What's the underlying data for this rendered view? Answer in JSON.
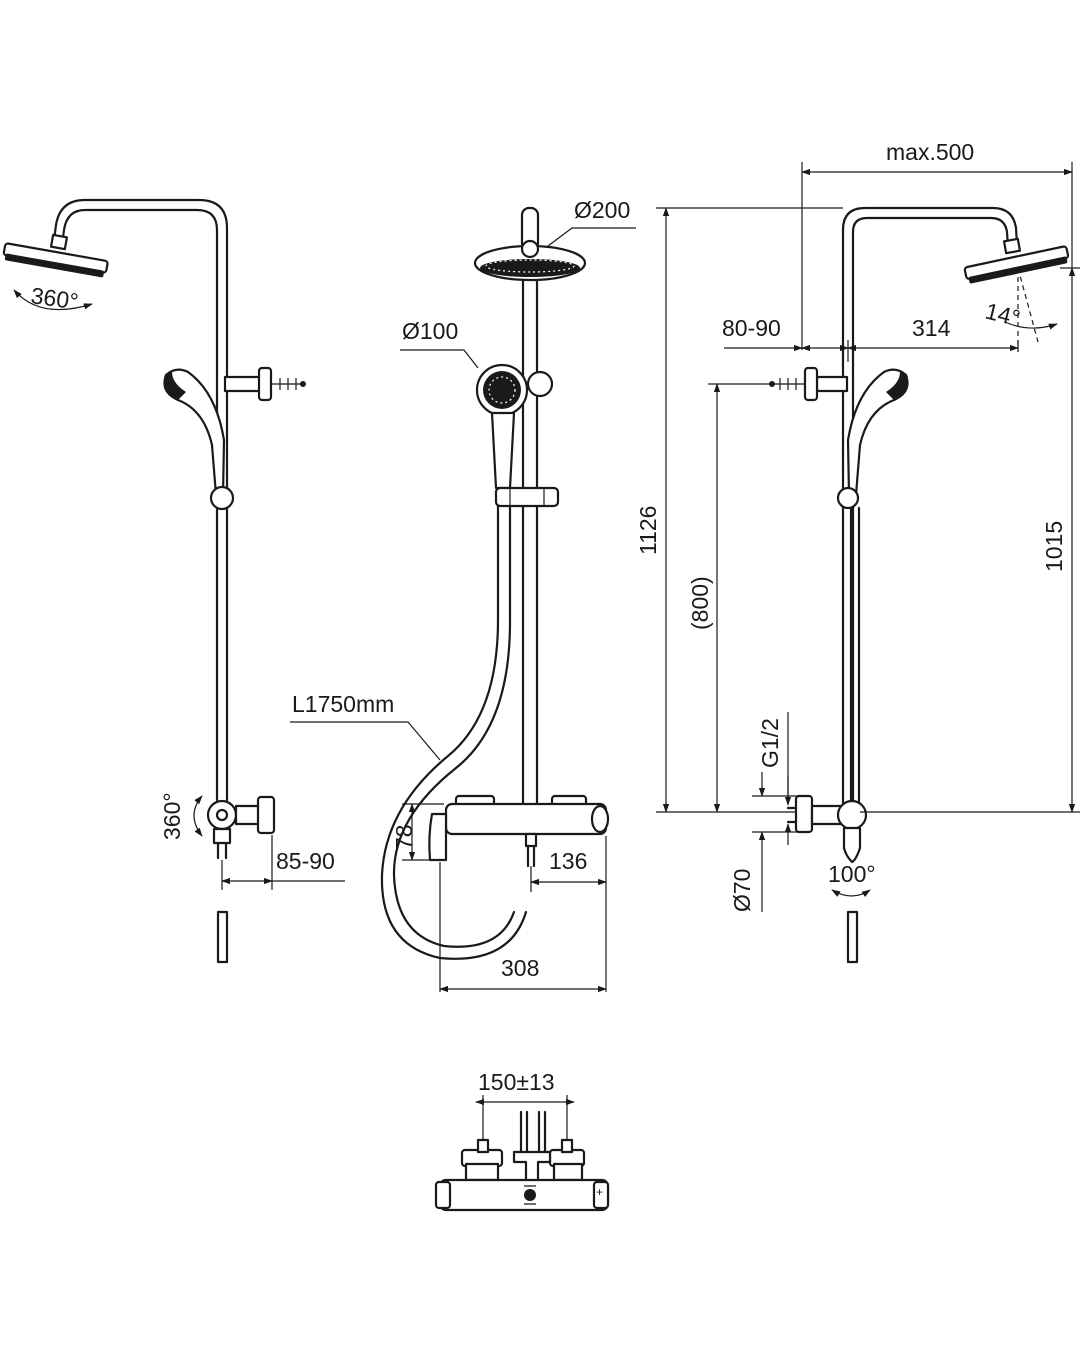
{
  "views": {
    "side_left": {
      "rotation_head": "360°",
      "rotation_mixer": "360°",
      "wall_offset": "85-90"
    },
    "front": {
      "head_diameter": "Ø200",
      "handshower_diameter": "Ø100",
      "hose_length": "L1750mm",
      "mixer_height": "78",
      "outlet_offset": "136",
      "mixer_width": "308"
    },
    "side_right": {
      "max_projection": "max.500",
      "wall_distance": "80-90",
      "arm_reach": "314",
      "tilt_angle": "14°",
      "total_height": "1126",
      "rail_height": "(800)",
      "head_height": "1015",
      "connection_thread": "G1/2",
      "rosette_diameter": "Ø70",
      "lever_rotation": "100°"
    },
    "top": {
      "inlet_centers": "150±13"
    }
  }
}
